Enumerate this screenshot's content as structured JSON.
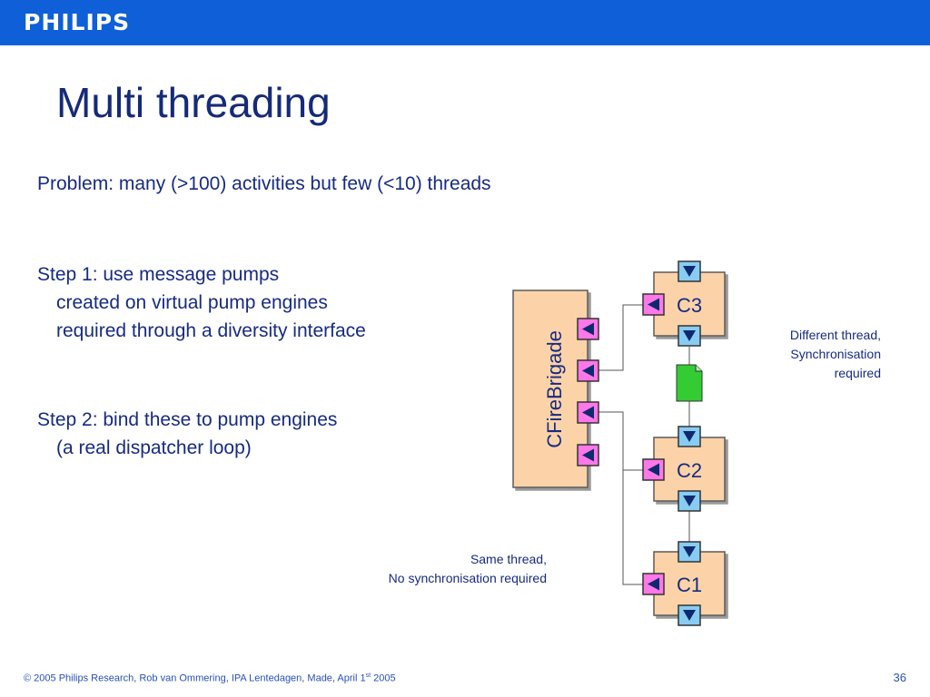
{
  "header": {
    "logo_text": "PHILIPS"
  },
  "slide": {
    "title": "Multi threading",
    "problem": "Problem: many (>100) activities but few (<10) threads",
    "step1": [
      "Step 1: use message pumps",
      "created on virtual pump engines",
      "required through a diversity interface"
    ],
    "step2": [
      "Step 2: bind these to pump engines",
      "(a real dispatcher loop)"
    ]
  },
  "diagram": {
    "main_component": "CFireBrigade",
    "components": [
      "C3",
      "C2",
      "C1"
    ],
    "note_different": [
      "Different thread,",
      "Synchronisation",
      "required"
    ],
    "note_same": [
      "Same thread,",
      "No synchronisation required"
    ],
    "colors": {
      "box_fill": "#fcd3a8",
      "box_border": "#5a5a5a",
      "port_provided": "#ff77e8",
      "port_required": "#88ccf2",
      "message_icon": "#33cc33",
      "connector": "#555555"
    }
  },
  "footer": {
    "text_before_sup": "© 2005 Philips Research,  Rob van Ommering, IPA Lentedagen, Made, April 1",
    "sup": "st",
    "text_after_sup": " 2005",
    "page_number": "36"
  }
}
